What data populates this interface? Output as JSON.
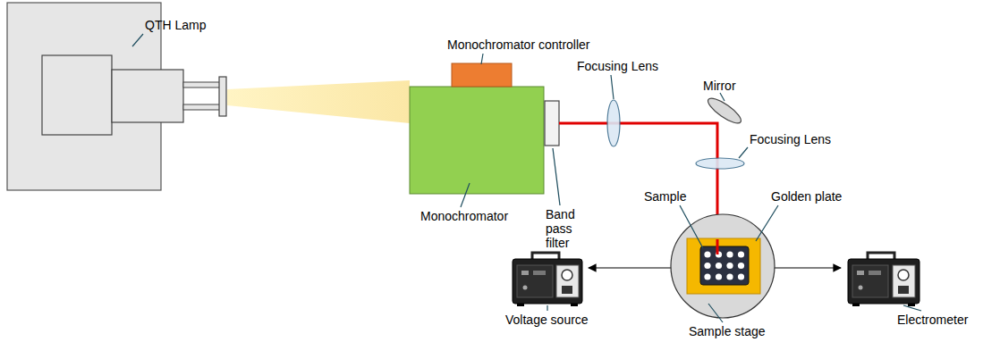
{
  "diagram": {
    "labels": [
      "QTH Lamp",
      "Monochromator controller",
      "Focusing Lens",
      "Mirror",
      "Band pass filter",
      "Focusing Lens",
      "Monochromator",
      "Sample",
      "Golden plate",
      "Voltage source",
      "Sample stage",
      "Electrometer"
    ]
  }
}
